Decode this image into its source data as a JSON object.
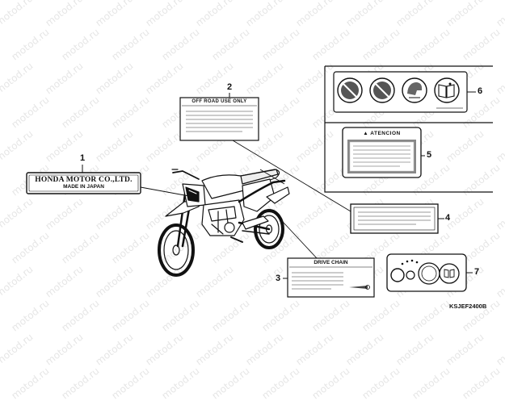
{
  "watermark": "motod.ru",
  "label_honda": {
    "line1": "HONDA MOTOR CO.,LTD.",
    "line2": "MADE IN JAPAN"
  },
  "label_offroad": {
    "title": "OFF ROAD  USE ONLY"
  },
  "label_atencion": {
    "title": "ATENCION"
  },
  "label_drive_chain": {
    "title": "DRIVE CHAIN"
  },
  "callouts": [
    "1",
    "2",
    "3",
    "4",
    "5",
    "6",
    "7"
  ],
  "part_code": "KSJEF2400B",
  "icons": [
    "no-passenger-icon",
    "no-road-icon",
    "helmet-icon",
    "manual-icon"
  ]
}
